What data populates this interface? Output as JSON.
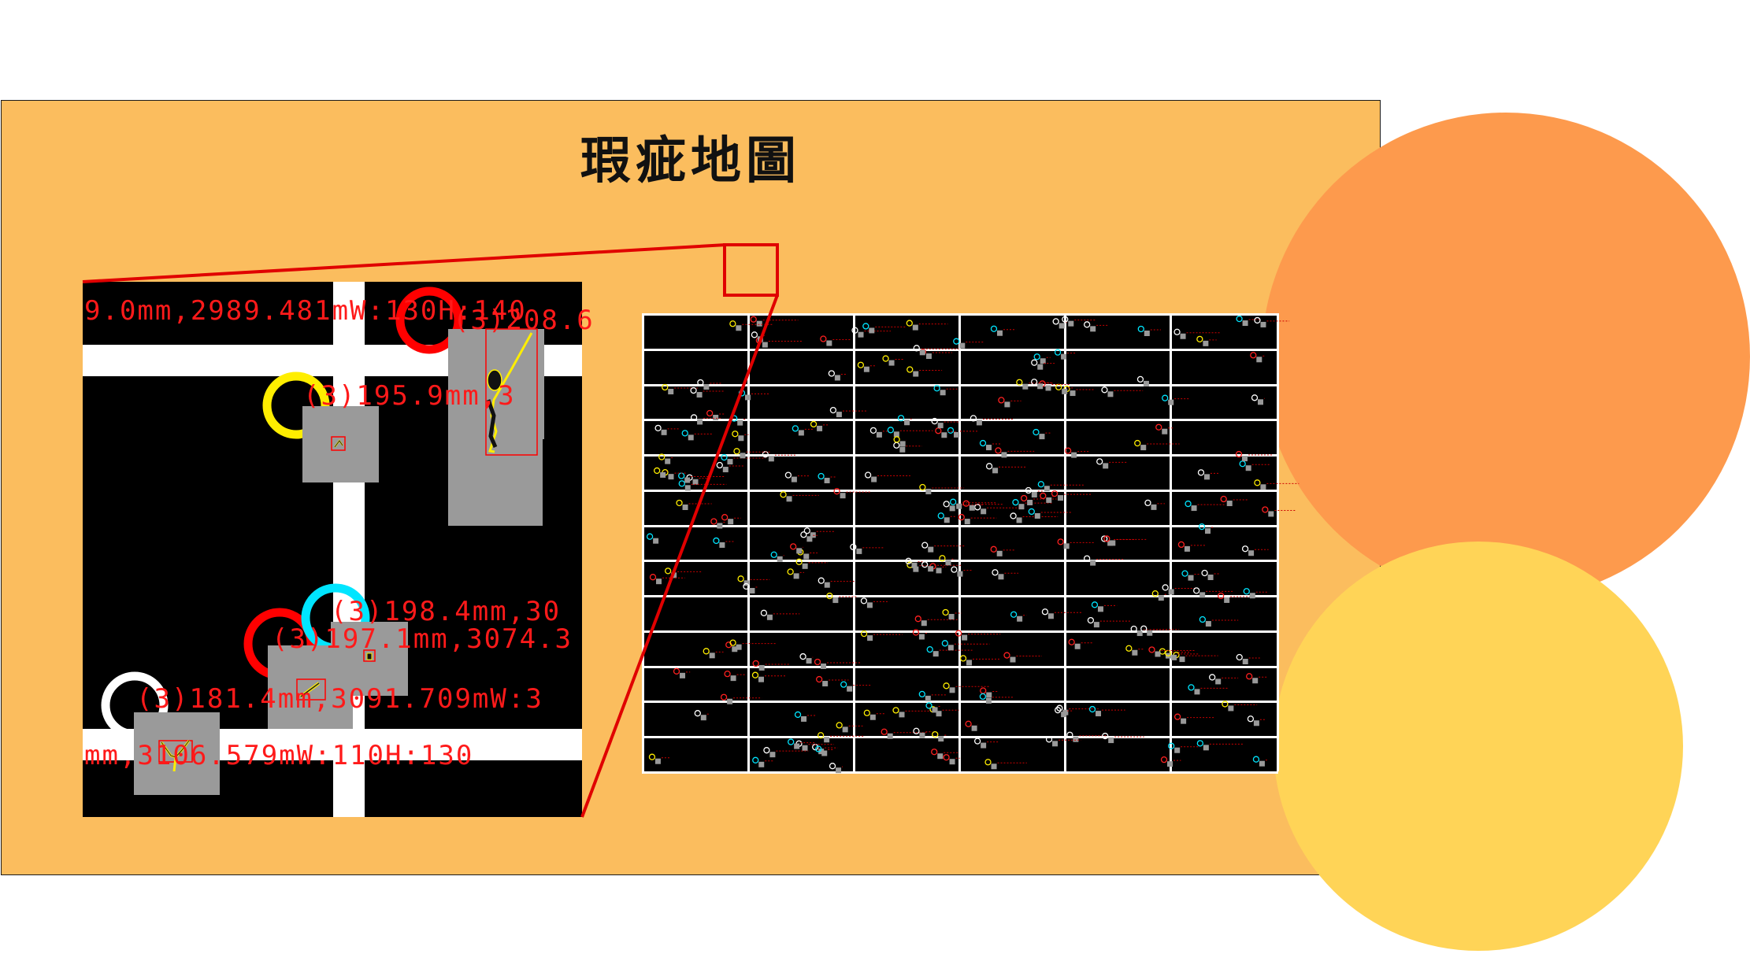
{
  "slide": {
    "title": "瑕疵地圖",
    "accent_colors": {
      "background": "#fbbd5e",
      "deco_orange": "#fd9a4d",
      "deco_yellow": "#ffd457",
      "zoom_frame": "#e00000"
    }
  },
  "zoom_panel": {
    "labels": [
      "9.0mm,2989.481mW:130H:140",
      "(3)195.9mm,3",
      "(3)208.6",
      "(3)198.4mm,30",
      "(3)197.1mm,3074.3",
      "(3)181.4mm,3091.709mW:3",
      "mm,3106.579mW:110H:130"
    ]
  },
  "defect_map": {
    "grid": "white cells on black",
    "marker_colors": [
      "#ffffff",
      "#00e5ff",
      "#ffee00",
      "#ff2020"
    ]
  }
}
